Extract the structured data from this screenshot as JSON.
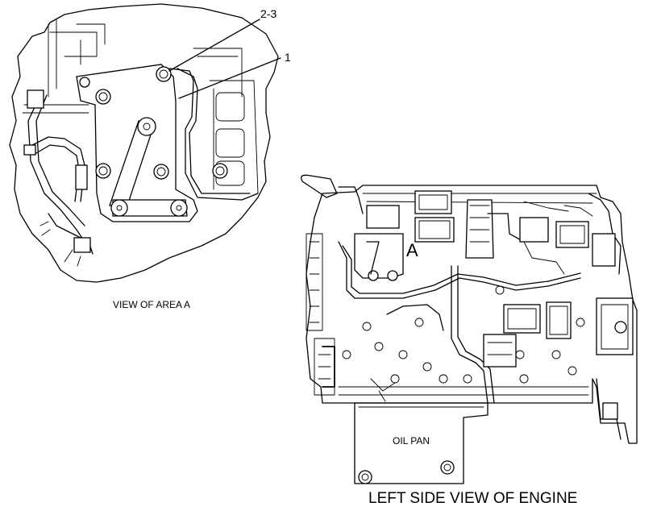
{
  "callouts": {
    "part_2_3": "2-3",
    "part_1": "1"
  },
  "labels": {
    "view_of_area_a": "VIEW OF AREA  A",
    "area_marker": "A",
    "oil_pan": "OIL PAN",
    "left_side_view": "LEFT SIDE VIEW OF ENGINE"
  }
}
